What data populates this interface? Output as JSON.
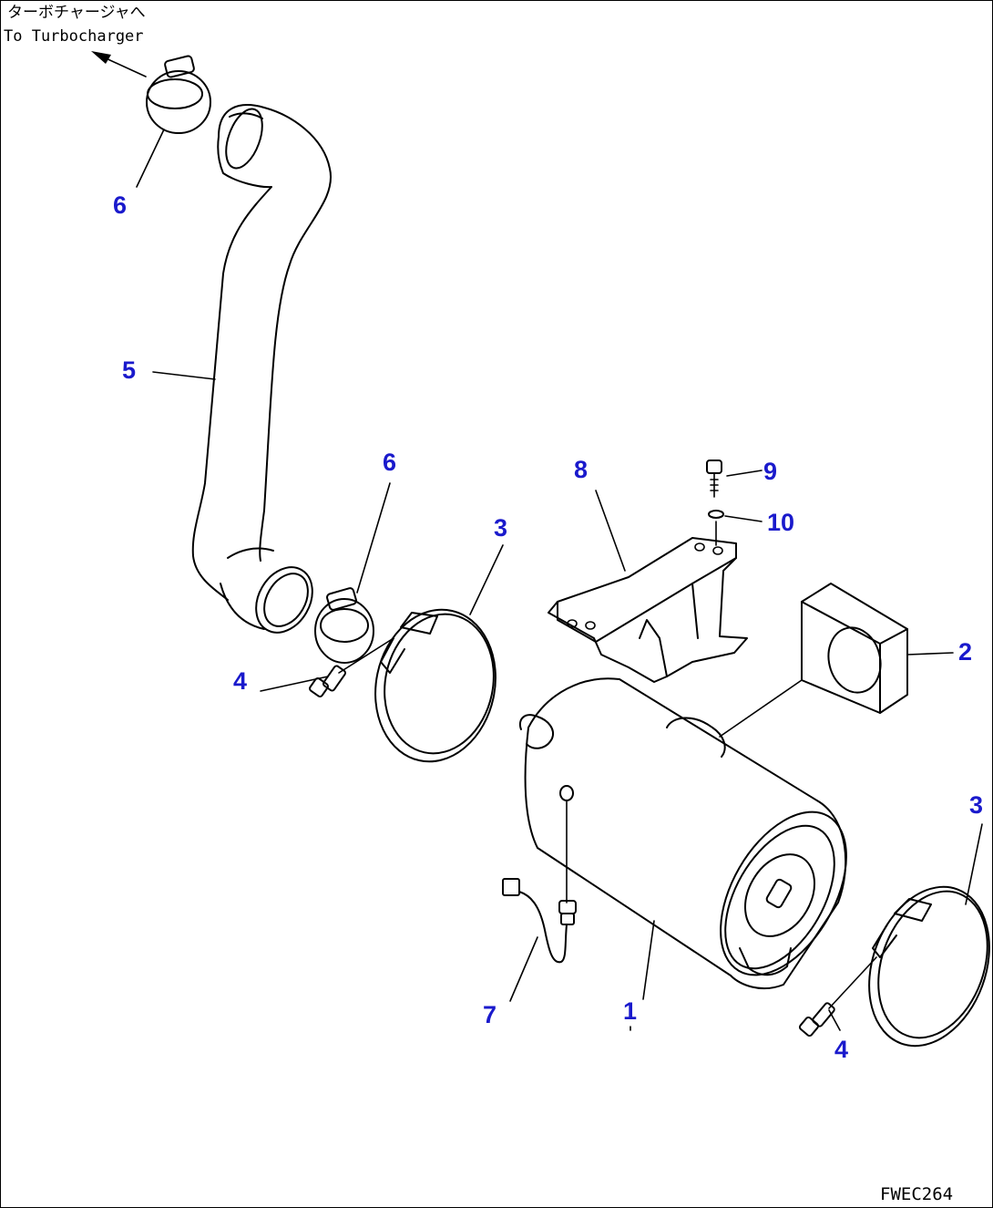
{
  "diagram": {
    "note_jp": "ターボチャージャへ",
    "note_en": "To Turbocharger",
    "drawing_code": "FWEC264",
    "callouts": [
      {
        "id": "c6a",
        "label": "6"
      },
      {
        "id": "c5",
        "label": "5"
      },
      {
        "id": "c6b",
        "label": "6"
      },
      {
        "id": "c3a",
        "label": "3"
      },
      {
        "id": "c8",
        "label": "8"
      },
      {
        "id": "c9",
        "label": "9"
      },
      {
        "id": "c10",
        "label": "10"
      },
      {
        "id": "c2",
        "label": "2"
      },
      {
        "id": "c4a",
        "label": "4"
      },
      {
        "id": "c3b",
        "label": "3"
      },
      {
        "id": "c7",
        "label": "7"
      },
      {
        "id": "c1",
        "label": "1"
      },
      {
        "id": "c4b",
        "label": "4"
      }
    ],
    "callout_color": "#1a1acc"
  }
}
